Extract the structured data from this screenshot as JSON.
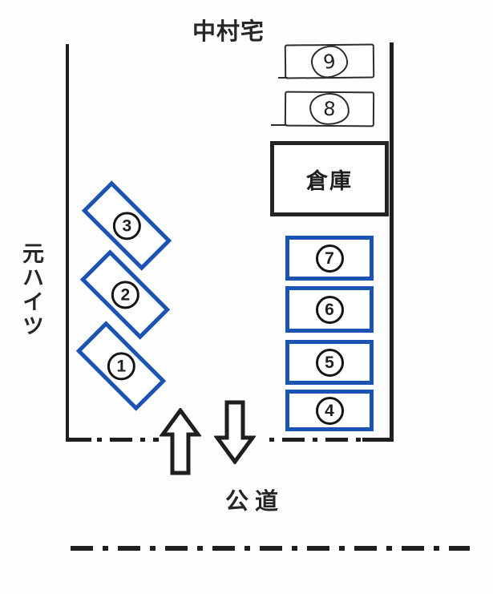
{
  "labels": {
    "top": "中村宅",
    "left_vertical": "元ハイツ",
    "road": "公道",
    "warehouse": "倉庫"
  },
  "spaces": {
    "diagonal": [
      {
        "number": "3"
      },
      {
        "number": "2"
      },
      {
        "number": "1"
      }
    ],
    "column": [
      {
        "number": "7"
      },
      {
        "number": "6"
      },
      {
        "number": "5"
      },
      {
        "number": "4"
      }
    ],
    "handwritten": [
      {
        "number": "9"
      },
      {
        "number": "8"
      }
    ]
  },
  "icons": {
    "up_arrow": "up-arrow-icon",
    "down_arrow": "down-arrow-icon"
  },
  "colors": {
    "space_border_blue": "#1a53b2",
    "line_black": "#1f1f1f"
  }
}
